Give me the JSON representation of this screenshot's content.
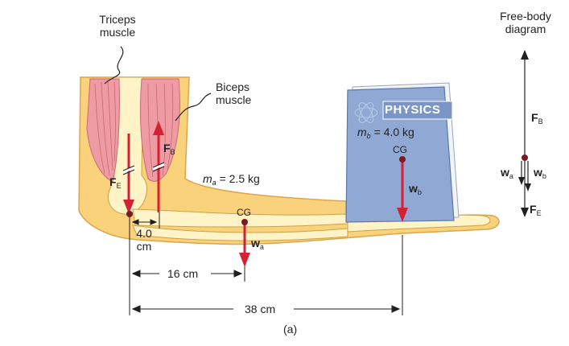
{
  "labels": {
    "triceps_line1": "Triceps",
    "triceps_line2": "muscle",
    "biceps_line1": "Biceps",
    "biceps_line2": "muscle",
    "book_title": "PHYSICS",
    "mb_sym": "m",
    "mb_sub": "b",
    "mb_val": " = 4.0 kg",
    "ma_sym": "m",
    "ma_sub": "a",
    "ma_val": " = 2.5 kg",
    "cg_book": "CG",
    "cg_arm": "CG",
    "fbd_line1": "Free-body",
    "fbd_line2": "diagram",
    "dist_4_line1": "4.0",
    "dist_4_line2": "cm",
    "dist_16": "16 cm",
    "dist_38": "38 cm",
    "caption": "(a)"
  },
  "forces": {
    "FE": {
      "sym": "F",
      "sub": "E"
    },
    "FB": {
      "sym": "F",
      "sub": "B"
    },
    "wa": {
      "sym": "w",
      "sub": "a"
    },
    "wb": {
      "sym": "w",
      "sub": "b"
    }
  },
  "colors": {
    "force_arrow": "#d42234",
    "skin": "#fbd27c",
    "skin_outline": "#dca54c",
    "bone": "#fff3c8",
    "muscle": "#ef9ba3",
    "book_cover": "#8fa9d4",
    "book_pages": "#f2f3f7",
    "dimension_line": "#231f20"
  }
}
